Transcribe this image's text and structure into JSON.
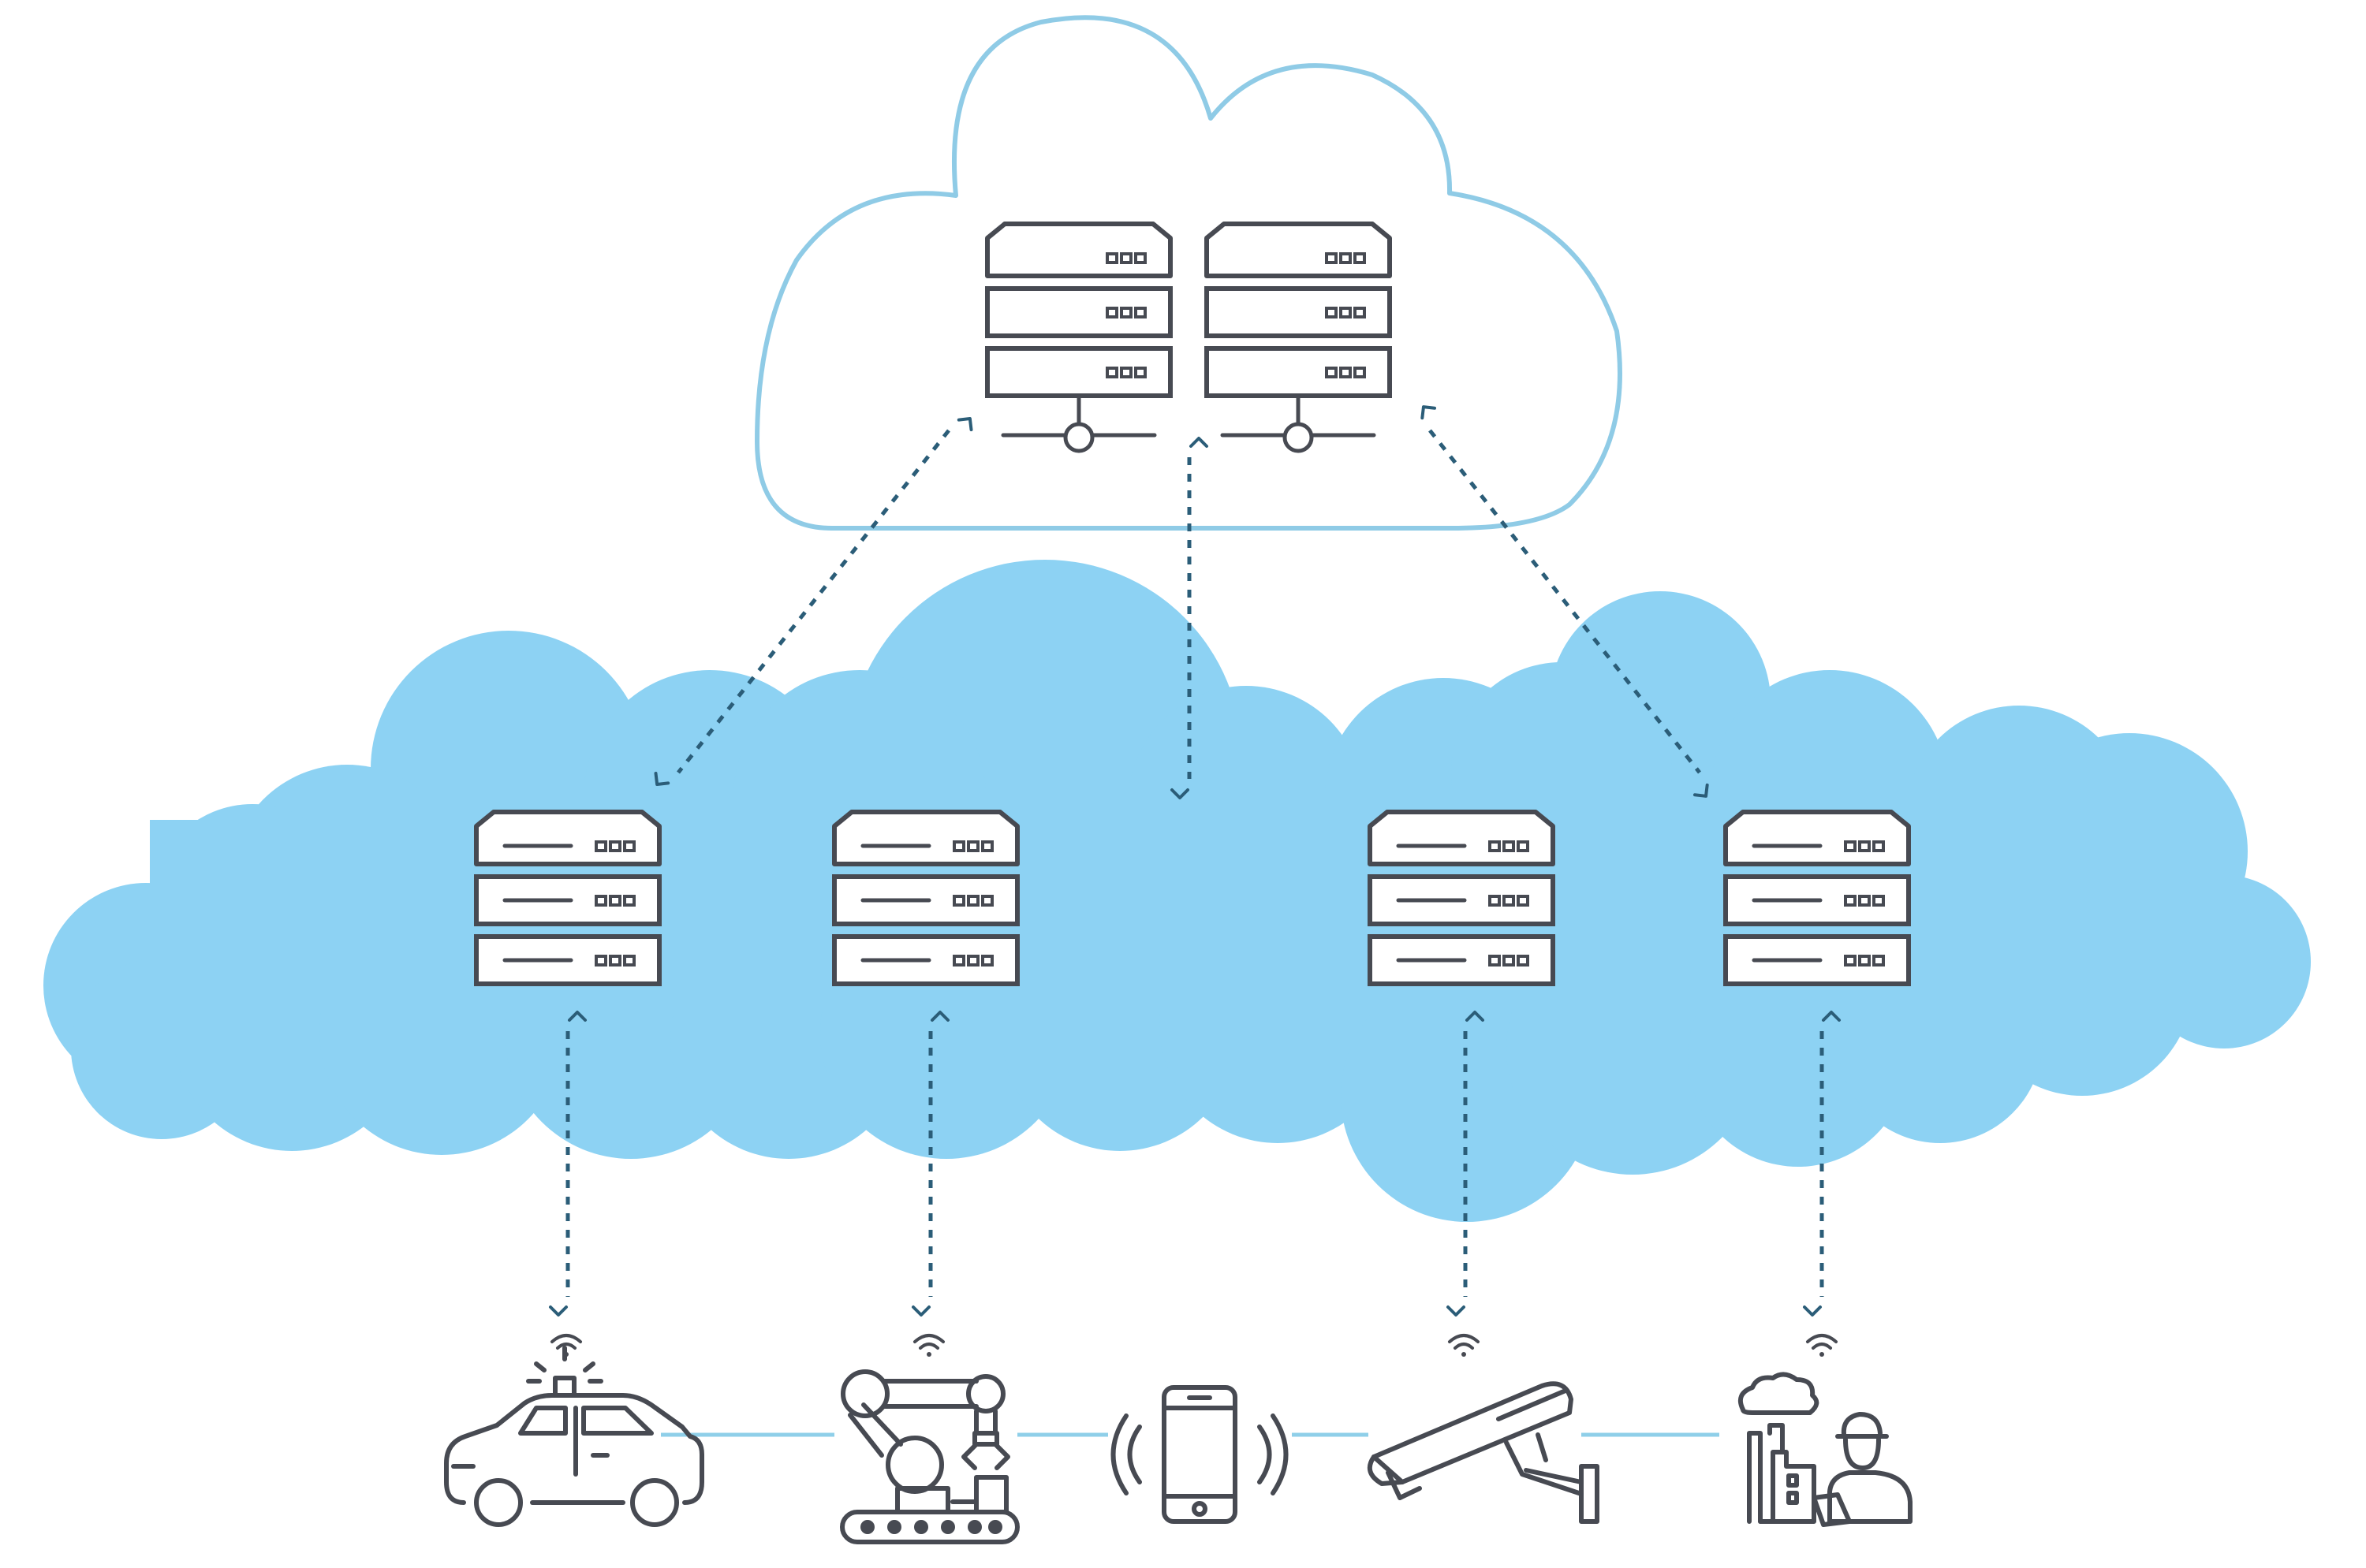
{
  "colors": {
    "background": "#ffffff",
    "cloud_outline": "#8fcbe6",
    "cloud_fill": "#8dd2f3",
    "icon_stroke": "#474a52",
    "arrow": "#2b5d78",
    "link_line": "#8fcfe9"
  },
  "central_cloud": {
    "servers": [
      {
        "name": "central-server-1",
        "icon": "server-rack-icon"
      },
      {
        "name": "central-server-2",
        "icon": "server-rack-icon"
      }
    ]
  },
  "edge_cloud": {
    "servers": [
      {
        "name": "edge-server-1",
        "icon": "server-rack-icon"
      },
      {
        "name": "edge-server-2",
        "icon": "server-rack-icon"
      },
      {
        "name": "edge-server-3",
        "icon": "server-rack-icon"
      },
      {
        "name": "edge-server-4",
        "icon": "server-rack-icon"
      }
    ]
  },
  "devices": [
    {
      "name": "police-car",
      "icon": "police-car-icon",
      "wireless": true
    },
    {
      "name": "industrial-robot",
      "icon": "robot-arm-icon",
      "wireless": true
    },
    {
      "name": "smartphone",
      "icon": "smartphone-icon",
      "wireless": false
    },
    {
      "name": "security-camera",
      "icon": "security-camera-icon",
      "wireless": true
    },
    {
      "name": "factory-worker",
      "icon": "factory-worker-icon",
      "wireless": true
    }
  ]
}
